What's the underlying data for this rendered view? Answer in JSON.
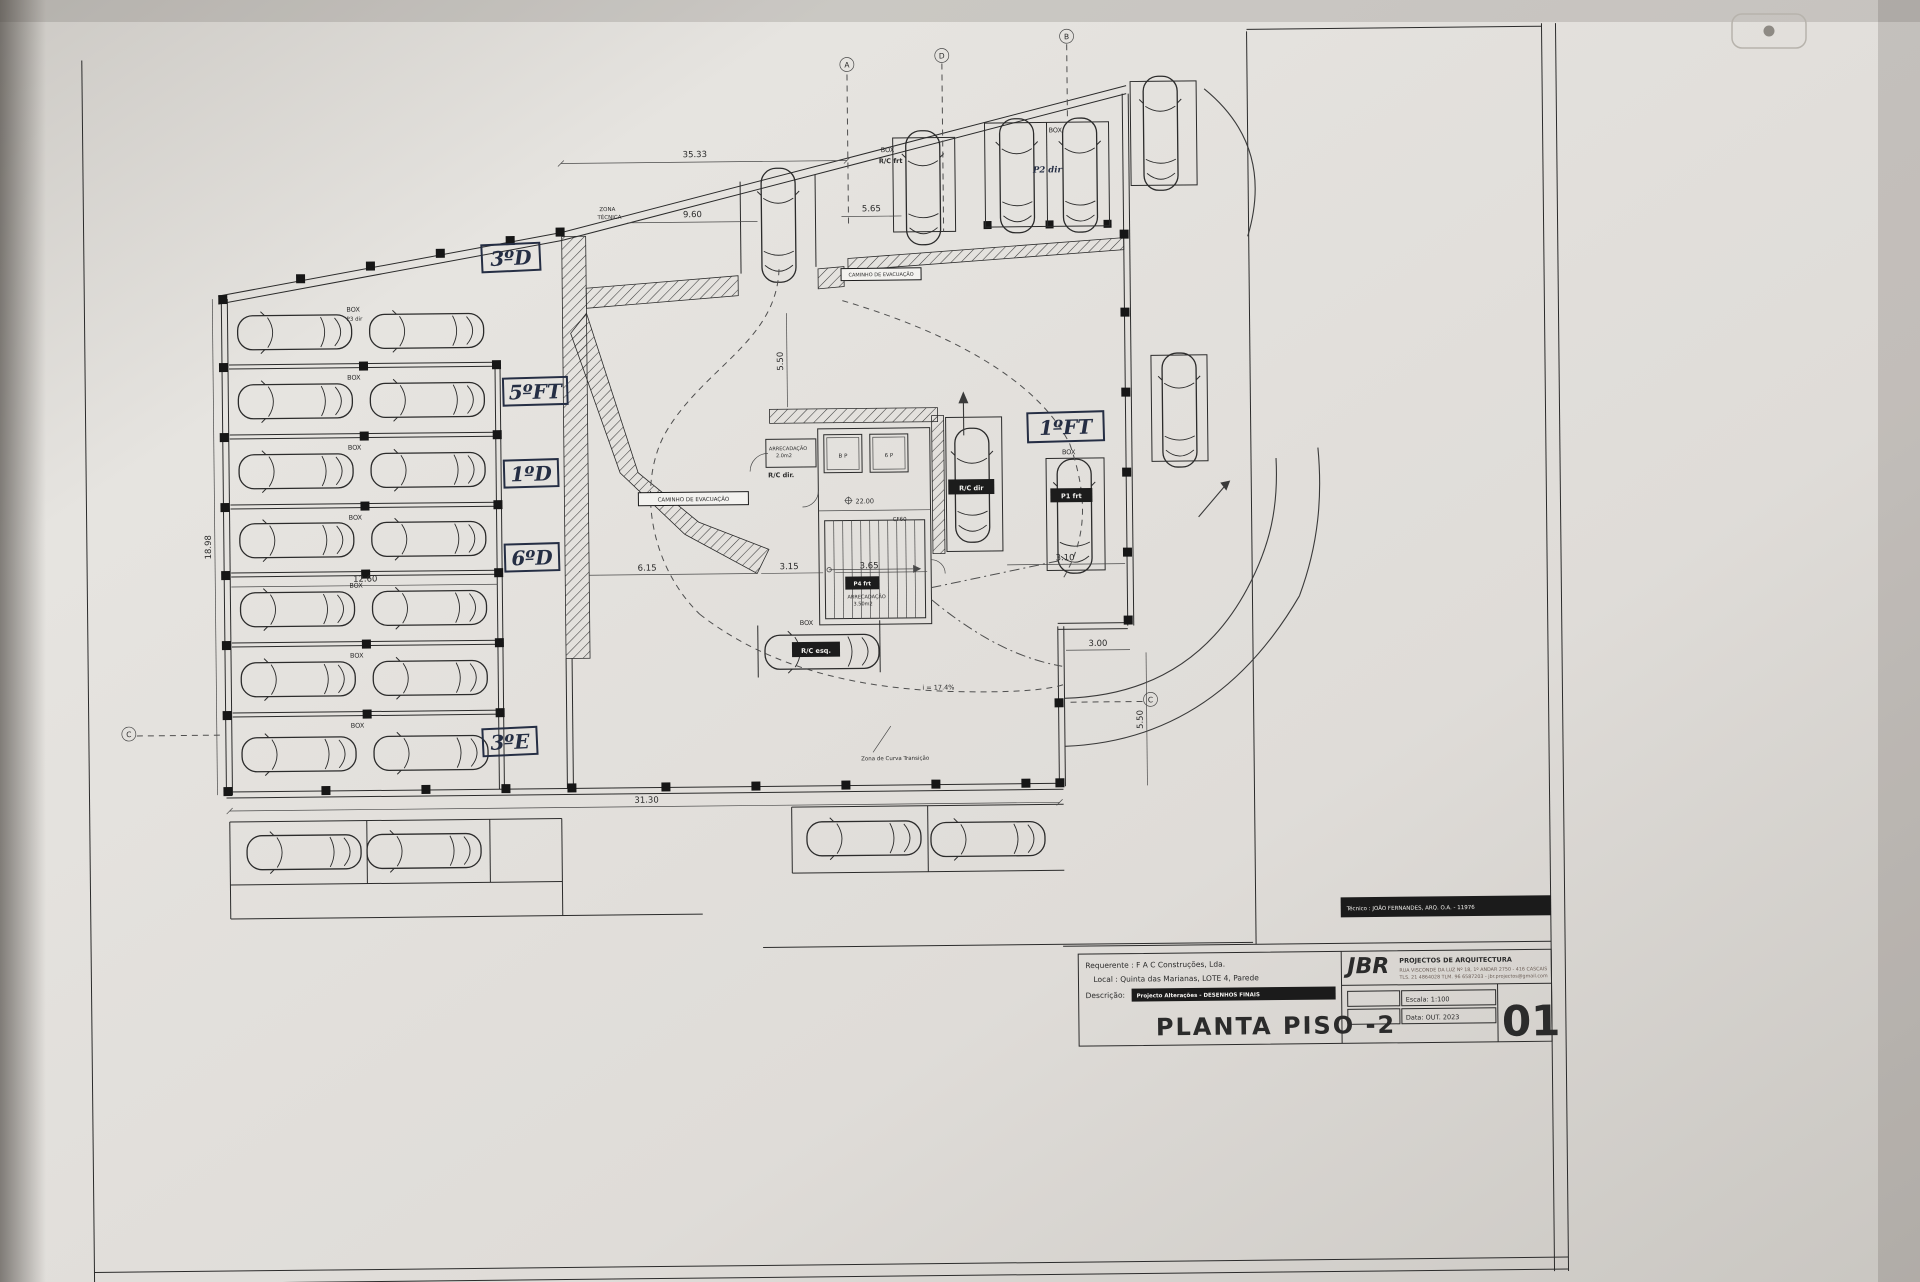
{
  "titleblock": {
    "tecnico": "Técnico : JOÃO FERNANDES, ARQ.   O.A. - 11976",
    "requerente": "Requerente : F A C Construções, Lda.",
    "local": "Local : Quinta das Marianas, LOTE 4, Parede",
    "descricao_label": "Descrição:",
    "descricao_value": "Projecto Alterações - DESENHOS FINAIS",
    "drawing_title": "PLANTA PISO -2",
    "firm_initials": "JBR",
    "firm_name": "PROJECTOS DE ARQUITECTURA",
    "firm_address_line1": "RUA VISCONDE DA LUZ Nº 18, 1º ANDAR  2750 - 416 CASCAIS",
    "firm_address_line2": "TLS. 21 4864028  TLM. 96 6587203 - jbr.projectos@gmail.com",
    "escala": "Escala: 1:100",
    "data": "Data: OUT. 2023",
    "sheet_number": "01"
  },
  "handwritten": {
    "label_3d": "3ºD",
    "label_5ft": "5ºFT",
    "label_1d": "1ºD",
    "label_6d": "6ºD",
    "label_3e": "3ºE",
    "label_1ft": "1ºFT"
  },
  "plan_labels": {
    "box": "BOX",
    "p3_dir": "P3 dir",
    "p2_dir": "P2 dir",
    "p1_frt": "P1 frt",
    "p4_frt": "P4 frt",
    "rc_frt": "R/C frt",
    "rc_dir": "R/C dir",
    "rc_dir_dot": "R/C dir.",
    "rc_esq": "R/C esq.",
    "caminho": "CAMINHO DE EVACUAÇÃO",
    "zona_line1": "ZONA",
    "zona_line2": "TÉCNICA",
    "arrecadacao": "ARRECADAÇÃO",
    "arrecadacao_area_small": "2.0m2",
    "arrecadacao_area_big": "3.50m2",
    "elevator_1": "B P",
    "elevator_2": "6 P",
    "level": "22.00",
    "cf60": "CF60",
    "slope": "i = 17.4%",
    "curva": "Zona de Curva Transição"
  },
  "dimensions": {
    "top_overall": "35.33",
    "top_a": "9.60",
    "top_b": "5.65",
    "row_width": "12.60",
    "aisle_a": "6.15",
    "aisle_b": "3.15",
    "aisle_c": "3.65",
    "aisle_d": "3.10",
    "bottom_overall": "31.30",
    "right_a": "3.00",
    "right_b": "5.50",
    "mid_v": "5.50",
    "left_v": "18.98"
  },
  "sections": {
    "a": "A",
    "b": "B",
    "c": "C",
    "d": "D"
  },
  "colors": {
    "ink": "#2b2b2b",
    "paper": "#e3e1dd",
    "pen_ink": "#252e44"
  }
}
